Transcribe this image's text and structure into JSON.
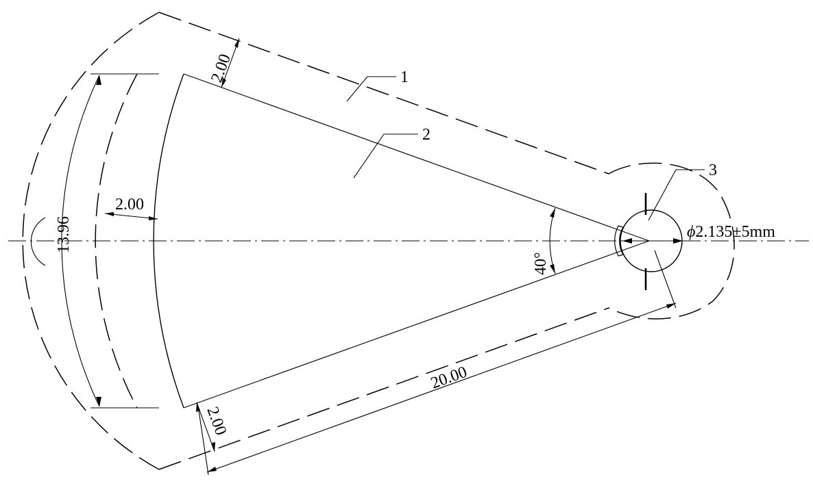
{
  "callouts": [
    "1",
    "2",
    "3"
  ],
  "dimensions": {
    "arc_length": "13.96",
    "wall_offset_left": "2.00",
    "wall_offset_top": "2.00",
    "wall_offset_bottom": "2.00",
    "radius": "20.00",
    "angle": "40°",
    "diameter_symbol": "ϕ",
    "diameter": "2.135±5mm"
  }
}
